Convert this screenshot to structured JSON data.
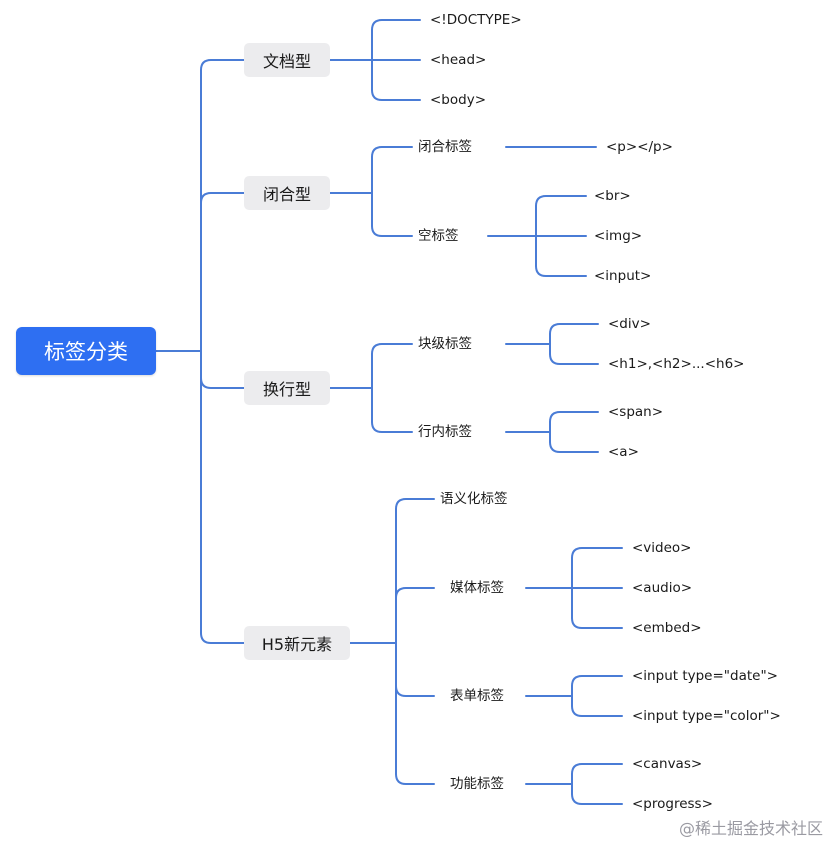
{
  "root": {
    "label": "标签分类"
  },
  "categories": [
    {
      "label": "文档型",
      "children": [
        {
          "label": "<!DOCTYPE>"
        },
        {
          "label": "<head>"
        },
        {
          "label": "<body>"
        }
      ]
    },
    {
      "label": "闭合型",
      "children": [
        {
          "label": "闭合标签",
          "children": [
            {
              "label": "<p></p>"
            }
          ]
        },
        {
          "label": "空标签",
          "children": [
            {
              "label": "<br>"
            },
            {
              "label": "<img>"
            },
            {
              "label": "<input>"
            }
          ]
        }
      ]
    },
    {
      "label": "换行型",
      "children": [
        {
          "label": "块级标签",
          "children": [
            {
              "label": "<div>"
            },
            {
              "label": "<h1>,<h2>...<h6>"
            }
          ]
        },
        {
          "label": "行内标签",
          "children": [
            {
              "label": "<span>"
            },
            {
              "label": "<a>"
            }
          ]
        }
      ]
    },
    {
      "label": "H5新元素",
      "children": [
        {
          "label": "语义化标签"
        },
        {
          "label": "媒体标签",
          "children": [
            {
              "label": "<video>"
            },
            {
              "label": "<audio>"
            },
            {
              "label": "<embed>"
            }
          ]
        },
        {
          "label": "表单标签",
          "children": [
            {
              "label": "<input type=\"date\">"
            },
            {
              "label": "<input type=\"color\">"
            }
          ]
        },
        {
          "label": "功能标签",
          "children": [
            {
              "label": "<canvas>"
            },
            {
              "label": "<progress>"
            }
          ]
        }
      ]
    }
  ],
  "footer": "@稀土掘金技术社区",
  "colors": {
    "line": "#4a7cd6",
    "root_bg": "#2e6ff2",
    "branch_bg": "#ececee"
  }
}
